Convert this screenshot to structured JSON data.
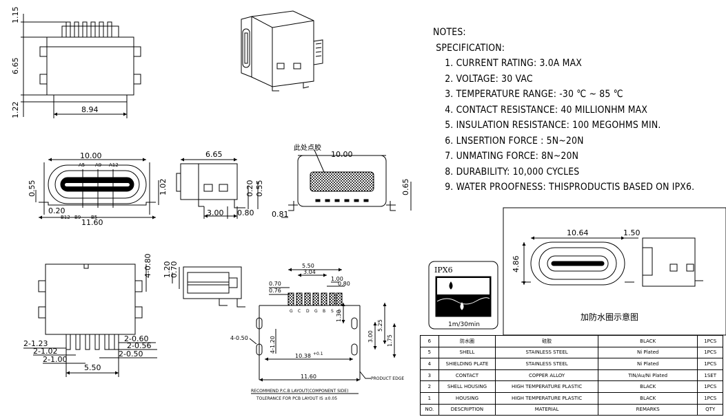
{
  "notes": {
    "title": "NOTES:",
    "subtitle": "SPECIFICATION:",
    "items": [
      "1. CURRENT RATING: 3.0A MAX",
      "2. VOLTAGE: 30 VAC",
      "3. TEMPERATURE RANGE: -30 ℃ ~ 85 ℃",
      "4. CONTACT RESISTANCE: 40 MILLIONHM MAX",
      "5. INSULATION RESISTANCE: 100 MEGOHMS MIN.",
      "6. LNSERTION FORCE : 5N~20N",
      "7. UNMATING FORCE: 8N~20N",
      "8. DURABILITY:   10,000 CYCLES",
      "9. WATER PROOFNESS: THISPRODUCTIS BASED ON IPX6."
    ]
  },
  "dims": {
    "top_h1": "1.15",
    "top_h2": "6.65",
    "top_h3": "1.22",
    "top_w": "8.94",
    "front_w": "10.00",
    "front_h1": "0.55",
    "front_h2": "1.02",
    "front_b": "0.20",
    "front_w2": "11.60",
    "pin_a5": "A5",
    "pin_a9": "A9",
    "pin_a12": "A12",
    "pin_b12": "B12",
    "pin_b9": "B9",
    "pin_b5": "B5",
    "side_w": "6.65",
    "side_h1": "0.20",
    "side_h2": "0.55",
    "side_b1": "3.00",
    "side_b2": "0.80",
    "back_note": "此处点胶",
    "back_w": "10.00",
    "back_h": "0.65",
    "back_b": "0.81",
    "bot_h": "4-0.80",
    "bot_d1": "2-1.23",
    "bot_d2": "2-1.02",
    "bot_d3": "2-1.00",
    "bot_d4": "2-0.60",
    "bot_d5": "2-0.56",
    "bot_d6": "2-0.50",
    "bot_w": "5.50",
    "small_h1": "1.20",
    "small_h2": "0.70",
    "pcb_w1": "5.50",
    "pcb_w2": "3.04",
    "pcb_w3": "1.00",
    "pcb_w4": "0.80",
    "pcb_d1": "0.70",
    "pcb_d2": "0.76",
    "pcb_h1": "1.30",
    "pcb_h2": "5.25",
    "pcb_h3": "3.00",
    "pcb_h4": "1.75",
    "pcb_h5": "4-1.20",
    "pcb_hole": "4-0.50",
    "pcb_w5": "10.38",
    "pcb_tol": "+0.1",
    "pcb_w6": "11.60",
    "product_edge": "PRODUCT EDGE",
    "pcb_note1": "RECOMMEND P.C.B LAYOUT(COMPONENT SIDE)",
    "pcb_note2": "TOLERANCE FOR PCB LAYOUT IS ±0.05",
    "pcb_pins": [
      "G",
      "C",
      "D",
      "G",
      "B",
      "S",
      "G"
    ],
    "ipx_w1": "10.64",
    "ipx_w2": "1.50",
    "ipx_h": "4.86"
  },
  "ipx": {
    "label": "IPX6",
    "rate": "1m/30min",
    "caption": "加防水圈示意图"
  },
  "bom": {
    "rows": [
      {
        "no": "6",
        "name": "防水圈",
        "material": "硅胶",
        "remarks": "BLACK",
        "qty": "1PCS"
      },
      {
        "no": "5",
        "name": "SHELL",
        "material": "STAINLESS STEEL",
        "remarks": "Ni  Plated",
        "qty": "1PCS"
      },
      {
        "no": "4",
        "name": "SHIELDING PLATE",
        "material": "STAINLESS STEEL",
        "remarks": "Ni  Plated",
        "qty": "1PCS"
      },
      {
        "no": "3",
        "name": "CONTACT",
        "material": "COPPER ALLOY",
        "remarks": "TIN/Au/Ni Plated",
        "qty": "1SET"
      },
      {
        "no": "2",
        "name": "SHELL HOUSING",
        "material": "HIGH TEMPERATURE PLASTIC",
        "remarks": "BLACK",
        "qty": "1PCS"
      },
      {
        "no": "1",
        "name": "HOUSING",
        "material": "HIGH TEMPERATURE PLASTIC",
        "remarks": "BLACK",
        "qty": "1PCS"
      }
    ],
    "header": {
      "no": "NO.",
      "name": "DESCRIPTION",
      "material": "MATERIAL",
      "remarks": "REMARKS",
      "qty": "QTY"
    }
  }
}
